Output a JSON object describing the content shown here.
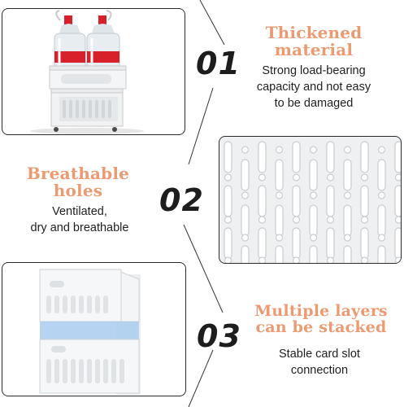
{
  "features": [
    {
      "number": "01",
      "title_line1": "Thickened",
      "title_line2": "material",
      "desc_line1": "Strong load-bearing",
      "desc_line2": "capacity and not easy",
      "desc_line3": "to be damaged"
    },
    {
      "number": "02",
      "title_line1": "Breathable",
      "title_line2": "holes",
      "desc_line1": "Ventilated,",
      "desc_line2": "dry and breathable"
    },
    {
      "number": "03",
      "title_line1": "Multiple layers",
      "title_line2": "can be stacked",
      "desc_line1": "Stable card slot",
      "desc_line2": "connection"
    }
  ],
  "colors": {
    "accent": "#ec9a72",
    "number": "#1d1d1d",
    "text": "#1f1f1f",
    "panel_border": "#2b2b2b",
    "bottle_cap": "#d8202a",
    "stack_highlight": "#a9cdee"
  }
}
